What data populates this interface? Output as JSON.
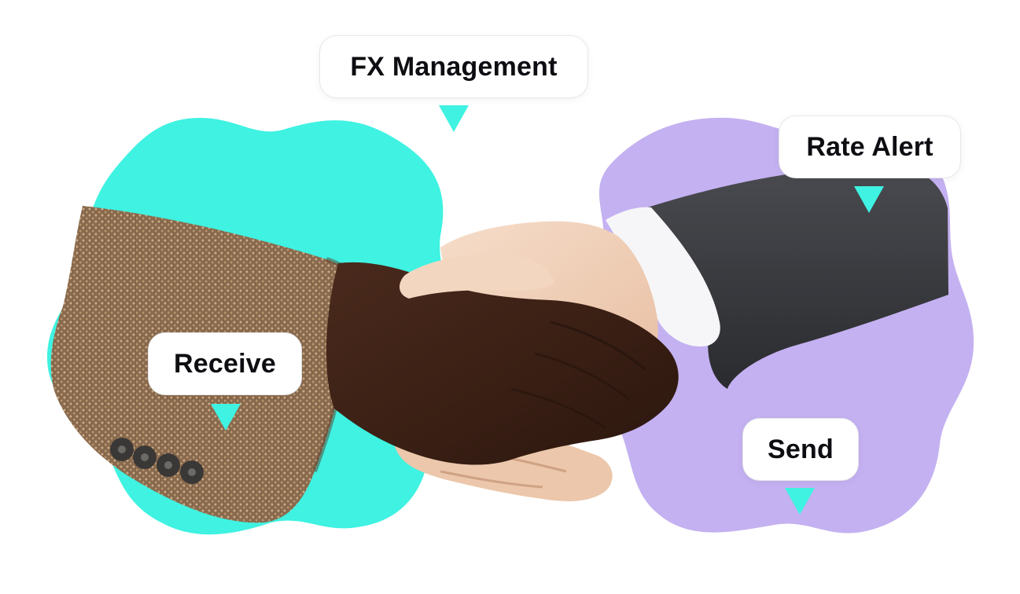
{
  "labels": {
    "fx_management": "FX Management",
    "rate_alert": "Rate Alert",
    "receive": "Receive",
    "send": "Send"
  },
  "colors": {
    "left_blob": "#3ff2e1",
    "right_blob": "#c4b1f1",
    "pointer": "#3ff2e1",
    "label_text": "#0d0d12"
  }
}
